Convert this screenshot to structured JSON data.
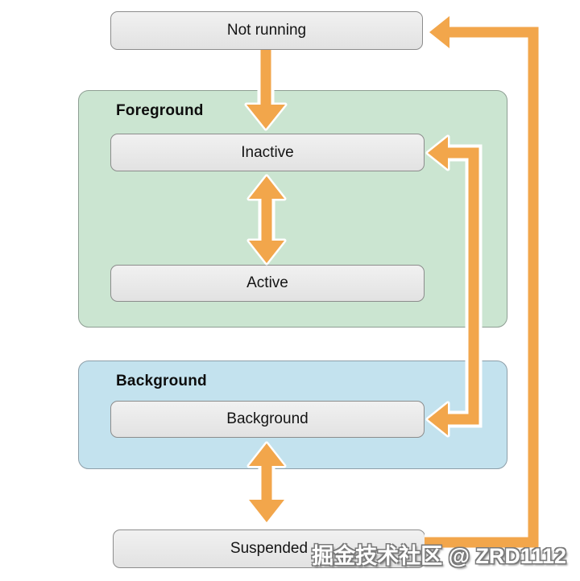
{
  "diagram": {
    "nodes": [
      {
        "id": "not-running",
        "label": "Not running"
      },
      {
        "id": "inactive",
        "label": "Inactive"
      },
      {
        "id": "active",
        "label": "Active"
      },
      {
        "id": "background",
        "label": "Background"
      },
      {
        "id": "suspended",
        "label": "Suspended"
      }
    ],
    "groups": [
      {
        "id": "foreground-group",
        "label": "Foreground"
      },
      {
        "id": "background-group",
        "label": "Background"
      }
    ],
    "edges": [
      {
        "from": "Not running",
        "to": "Inactive",
        "direction": "one-way",
        "shape": "straight-down"
      },
      {
        "from": "Inactive",
        "to": "Active",
        "direction": "two-way",
        "shape": "straight-vertical"
      },
      {
        "from": "Inactive",
        "to": "Background",
        "direction": "two-way",
        "shape": "elbow-right-side"
      },
      {
        "from": "Background",
        "to": "Suspended",
        "direction": "two-way",
        "shape": "straight-vertical"
      },
      {
        "from": "Suspended",
        "to": "Not running",
        "direction": "one-way",
        "shape": "elbow-far-right"
      }
    ],
    "watermark": "掘金技术社区 @ ZRD1112",
    "colors": {
      "arrow": "#F2A64B",
      "arrow_outline": "#FFFFFF",
      "foreground_fill": "#CBE5D1",
      "background_fill": "#C3E2EE",
      "node_fill": "#EAEAEA",
      "node_border": "#8C8C8C",
      "canvas_background": "#FFFFFF"
    }
  }
}
